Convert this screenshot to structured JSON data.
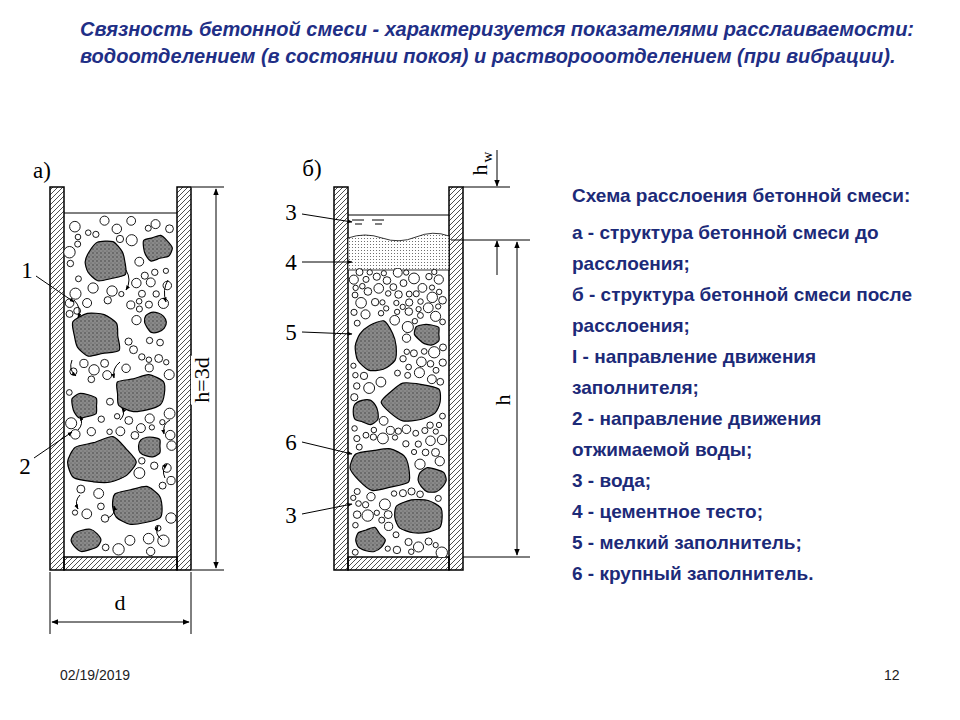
{
  "diagram": {
    "title": "Связность бетонной смеси - характеризуется показателями расслаиваемости: водоотделением (в состоянии покоя) и растворооотделением (при вибрации).",
    "labels": [
      "а)",
      "1",
      "2",
      "h=3d",
      "d",
      "б)",
      "h",
      "w",
      "3",
      "4",
      "5",
      "6",
      "3",
      "h",
      "Схема расслоения бетонной смеси:",
      "а - структура бетонной смеси до расслоения;",
      "б - структура бетонной смеси после расслоения;",
      "I - направление движения заполнителя;",
      "2 - направление движения отжимаемой воды;",
      "3 - вода;",
      "4 - цементное тесто;",
      "5 - мелкий заполнитель;",
      "6 - крупный заполнитель.",
      "02/19/2019",
      "12"
    ]
  }
}
